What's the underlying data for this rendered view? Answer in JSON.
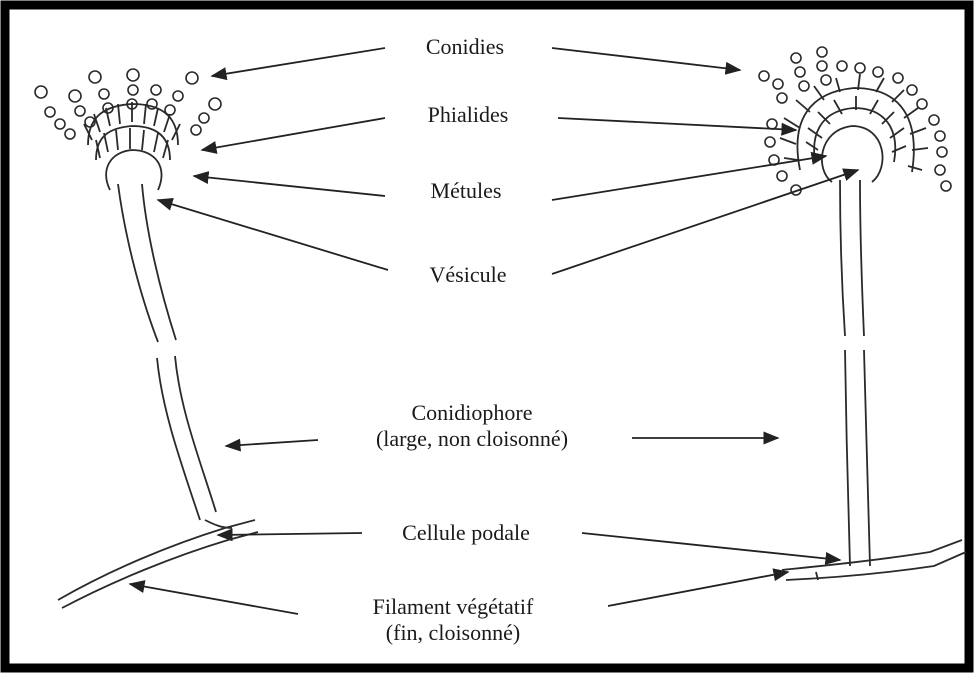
{
  "labels": {
    "conidies": "Conidies",
    "phialides": "Phialides",
    "metules": "Métules",
    "vesicule": "Vésicule",
    "conidiophore": "Conidiophore",
    "conidiophore_note": "(large, non cloisonné)",
    "cellule_podale": "Cellule podale",
    "filament": "Filament végétatif",
    "filament_note": "(fin, cloisonné)"
  },
  "colors": {
    "ink": "#2a2a2a",
    "border": "#000000",
    "background": "#ffffff"
  }
}
